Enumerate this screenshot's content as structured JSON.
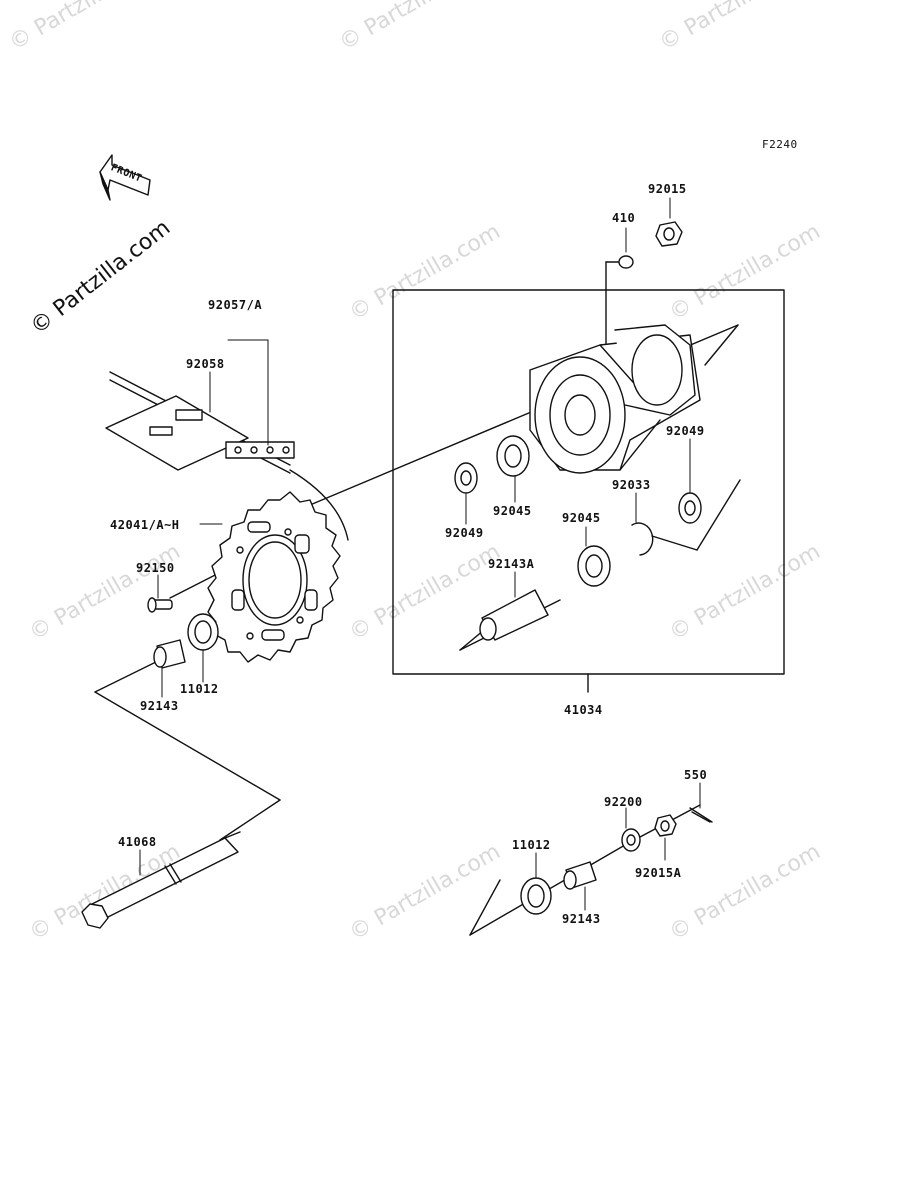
{
  "figure_code": "F2240",
  "front_arrow_label": "FRONT",
  "brand_watermark": "© Partzilla.com",
  "watermark": "© Partzilla.com",
  "parts": {
    "p92015": "92015",
    "p410": "410",
    "p92057A": "92057/A",
    "p92058": "92058",
    "p92049_right": "92049",
    "p92033": "92033",
    "p92049_left": "92049",
    "p92045_upper": "92045",
    "p92045_lower": "92045",
    "p42041": "42041/A~H",
    "p92143A": "92143A",
    "p92150": "92150",
    "p11012_left": "11012",
    "p92143_left": "92143",
    "p41034": "41034",
    "p550": "550",
    "p92200": "92200",
    "p11012_right": "11012",
    "p92015A": "92015A",
    "p92143_right": "92143",
    "p41068": "41068"
  }
}
